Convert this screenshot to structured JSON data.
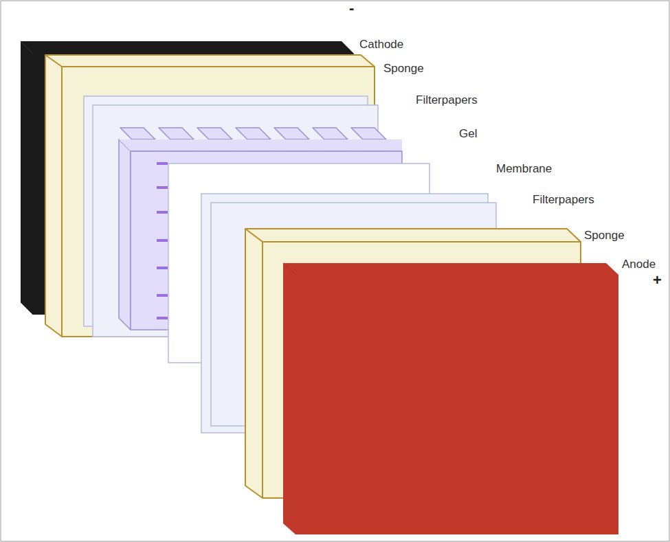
{
  "diagram": {
    "labels": [
      "-",
      "Cathode",
      "Sponge",
      "Filterpapers",
      "Gel",
      "Membrane",
      "Filterpapers",
      "Sponge",
      "Anode",
      "+"
    ]
  }
}
